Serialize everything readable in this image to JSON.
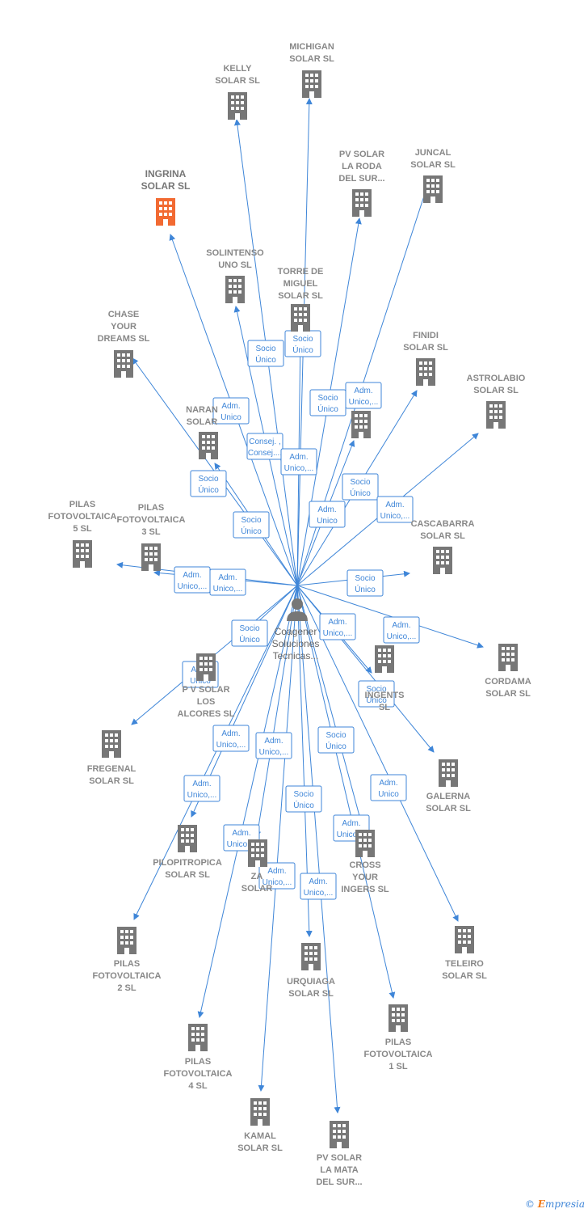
{
  "colors": {
    "edge": "#3f86d8",
    "building": "#777777",
    "highlight": "#f26a32",
    "person": "#777777"
  },
  "center": {
    "name": [
      "Coagener",
      "Soluciones",
      "Tecnicas..."
    ],
    "icon": "person-icon"
  },
  "companies": [
    {
      "id": "michigan",
      "label": [
        "MICHIGAN",
        "SOLAR  SL"
      ]
    },
    {
      "id": "kelly",
      "label": [
        "KELLY",
        "SOLAR  SL"
      ]
    },
    {
      "id": "pv-la-roda",
      "label": [
        "PV SOLAR",
        "LA RODA",
        "DEL SUR..."
      ]
    },
    {
      "id": "juncal",
      "label": [
        "JUNCAL",
        "SOLAR  SL"
      ]
    },
    {
      "id": "ingrina",
      "label": [
        "INGRINA",
        "SOLAR  SL"
      ],
      "highlight": true
    },
    {
      "id": "solintenso",
      "label": [
        "SOLINTENSO",
        "UNO  SL"
      ]
    },
    {
      "id": "torre-miguel",
      "label": [
        "TORRE DE",
        "MIGUEL",
        "SOLAR SL"
      ]
    },
    {
      "id": "chase",
      "label": [
        "CHASE",
        "YOUR",
        "DREAMS  SL"
      ]
    },
    {
      "id": "finidi",
      "label": [
        "FINIDI",
        "SOLAR  SL"
      ]
    },
    {
      "id": "astrolabio",
      "label": [
        "ASTROLABIO",
        "SOLAR  SL"
      ]
    },
    {
      "id": "unnamed-1",
      "label": []
    },
    {
      "id": "naran",
      "label": [
        "NARAN",
        "SOLAR"
      ]
    },
    {
      "id": "pilas-5",
      "label": [
        "PILAS",
        "FOTOVOLTAICA",
        "5  SL"
      ]
    },
    {
      "id": "pilas-3",
      "label": [
        "PILAS",
        "FOTOVOLTAICA",
        "3  SL"
      ]
    },
    {
      "id": "cascabarra",
      "label": [
        "CASCABARRA",
        "SOLAR  SL"
      ]
    },
    {
      "id": "pv-alcores",
      "label": [
        "P V SOLAR",
        "LOS",
        "ALCORES  SL"
      ]
    },
    {
      "id": "ingents",
      "label": [
        "INGENTS",
        "SL"
      ]
    },
    {
      "id": "cordama",
      "label": [
        "CORDAMA",
        "SOLAR  SL"
      ]
    },
    {
      "id": "fregenal",
      "label": [
        "FREGENAL",
        "SOLAR  SL"
      ]
    },
    {
      "id": "galerna",
      "label": [
        "GALERNA",
        "SOLAR  SL"
      ]
    },
    {
      "id": "pilopitropica",
      "label": [
        "PILOPITROPICA",
        "SOLAR  SL"
      ]
    },
    {
      "id": "zar",
      "label": [
        "ZA",
        "SOLAR"
      ]
    },
    {
      "id": "cross",
      "label": [
        "CROSS",
        "YOUR",
        "INGERS  SL"
      ]
    },
    {
      "id": "pilas-2",
      "label": [
        "PILAS",
        "FOTOVOLTAICA",
        "2  SL"
      ]
    },
    {
      "id": "teleiro",
      "label": [
        "TELEIRO",
        "SOLAR  SL"
      ]
    },
    {
      "id": "urquiaga",
      "label": [
        "URQUIAGA",
        "SOLAR  SL"
      ]
    },
    {
      "id": "pilas-1",
      "label": [
        "PILAS",
        "FOTOVOLTAICA",
        "1  SL"
      ]
    },
    {
      "id": "pilas-4",
      "label": [
        "PILAS",
        "FOTOVOLTAICA",
        "4  SL"
      ]
    },
    {
      "id": "kamal",
      "label": [
        "KAMAL",
        "SOLAR  SL"
      ]
    },
    {
      "id": "pv-la-mata",
      "label": [
        "PV SOLAR",
        "LA MATA",
        "DEL SUR..."
      ]
    }
  ],
  "edge_labels": [
    [
      "Socio",
      "Único"
    ],
    [
      "Socio",
      "Único"
    ],
    [
      "Socio",
      "Único"
    ],
    [
      "Adm.",
      "Unico,..."
    ],
    [
      "Adm.",
      "Unico"
    ],
    [
      "Consej. ,",
      "Consej...."
    ],
    [
      "Adm.",
      "Unico,..."
    ],
    [
      "Socio",
      "Único"
    ],
    [
      "Socio",
      "Único"
    ],
    [
      "Adm.",
      "Unico,..."
    ],
    [
      "Adm.",
      "Unico"
    ],
    [
      "Socio",
      "Único"
    ],
    [
      "Adm.",
      "Unico,..."
    ],
    [
      "Adm.",
      "Unico,..."
    ],
    [
      "Socio",
      "Único"
    ],
    [
      "Socio",
      "Único"
    ],
    [
      "Socio",
      "Único"
    ],
    [
      "Adm.",
      "Unico,..."
    ],
    [
      "Adm.",
      "Unico"
    ],
    [
      "Adm.",
      "Unico,..."
    ],
    [
      "Adm.",
      "Unico,..."
    ],
    [
      "Adm.",
      "Unico,..."
    ],
    [
      "Socio",
      "Único"
    ],
    [
      "Adm.",
      "Unico,..."
    ],
    [
      "Adm.",
      "Unico"
    ],
    [
      "Socio",
      "Único"
    ],
    [
      "Adm.",
      "Unico,..."
    ],
    [
      "Adm.",
      "Unico,..."
    ],
    [
      "Adm.",
      "Unico,..."
    ],
    [
      "Adm.",
      "Unico,..."
    ]
  ],
  "footer": {
    "copyright": "©",
    "brand_e": "E",
    "brand_rest": "mpresia"
  }
}
